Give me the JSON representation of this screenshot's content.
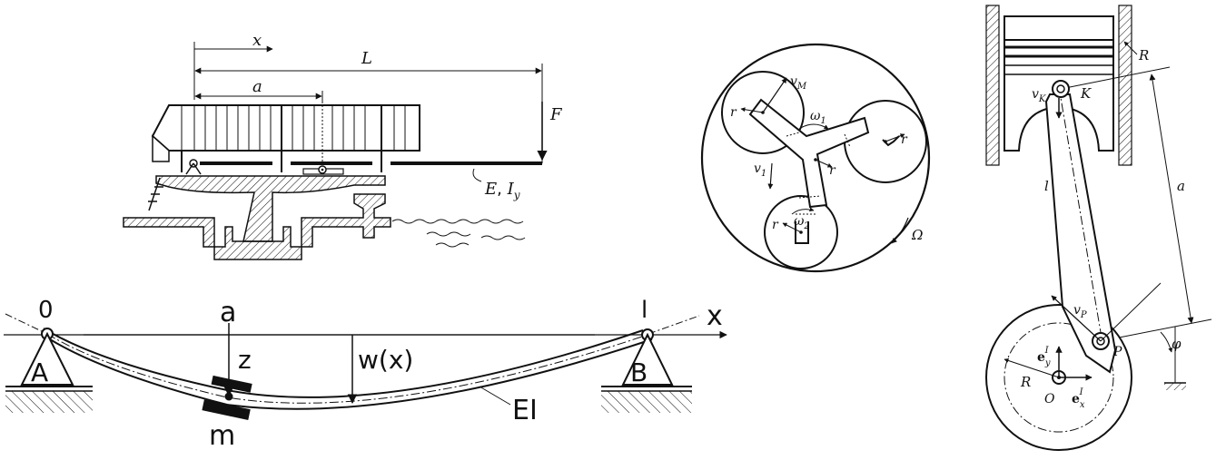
{
  "crane": {
    "label_x": "x",
    "label_L": "L",
    "label_a": "a",
    "label_F": "F",
    "label_E": "E",
    "label_I": "I",
    "label_y": "y"
  },
  "beam": {
    "label_0": "0",
    "label_a": "a",
    "label_l": "l",
    "label_x": "x",
    "label_z": "z",
    "label_w": "w(x)",
    "label_A": "A",
    "label_B": "B",
    "label_m": "m",
    "label_EI": "EI"
  },
  "rotor": {
    "label_vM": "v",
    "sub_M": "M",
    "label_v1": "v",
    "sub_1": "1",
    "label_omega1": "ω",
    "sub_omega1": "1",
    "label_omega2": "ω",
    "sub_omega2": "2",
    "label_Omega": "Ω",
    "label_r": "r"
  },
  "engine": {
    "label_R_top": "R",
    "label_vK": "v",
    "sub_K": "K",
    "label_K": "K",
    "label_l": "l",
    "label_a": "a",
    "label_vP": "v",
    "sub_P": "P",
    "label_P": "P",
    "label_phi": "φ",
    "label_R": "R",
    "label_O": "O",
    "label_ey": "e",
    "sup_ey": "I",
    "sub_ey": "y",
    "label_ex": "e",
    "sup_ex": "I",
    "sub_ex": "x"
  }
}
